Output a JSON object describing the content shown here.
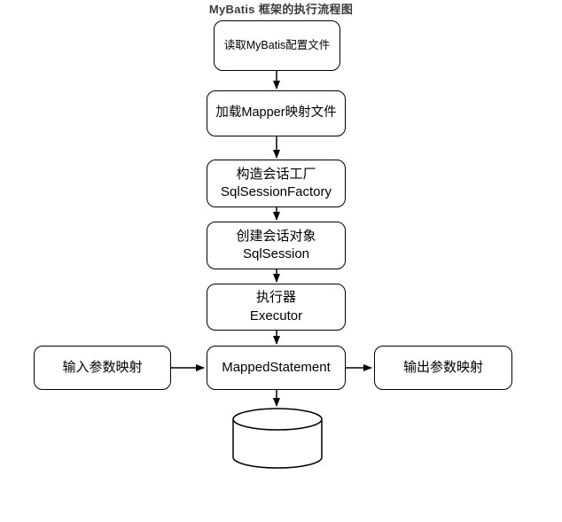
{
  "diagram": {
    "caption": "MyBatis 框架的执行流程图",
    "colors": {
      "background": "#ffffff",
      "stroke": "#000000",
      "node_fill": "#ffffff",
      "node_text": "#000000",
      "caption_text": "#3b3b3b"
    },
    "nodes": {
      "read_config": {
        "label": "读取MyBatis配置文件",
        "shape": "rounded-rect"
      },
      "load_mapper": {
        "label": "加载Mapper映射文件",
        "shape": "rounded-rect"
      },
      "build_factory": {
        "line1": "构造会话工厂",
        "line2": "SqlSessionFactory",
        "shape": "rounded-rect"
      },
      "create_session": {
        "line1": "创建会话对象",
        "line2": "SqlSession",
        "shape": "rounded-rect"
      },
      "executor": {
        "line1": "执行器",
        "line2": "Executor",
        "shape": "rounded-rect"
      },
      "input_mapping": {
        "label": "输入参数映射",
        "shape": "rounded-rect"
      },
      "mapped_statement": {
        "label": "MappedStatement",
        "shape": "rounded-rect"
      },
      "output_mapping": {
        "label": "输出参数映射",
        "shape": "rounded-rect"
      },
      "database": {
        "label": "",
        "shape": "cylinder"
      }
    },
    "edges": [
      {
        "from": "read_config",
        "to": "load_mapper",
        "direction": "down"
      },
      {
        "from": "load_mapper",
        "to": "build_factory",
        "direction": "down"
      },
      {
        "from": "build_factory",
        "to": "create_session",
        "direction": "down"
      },
      {
        "from": "create_session",
        "to": "executor",
        "direction": "down"
      },
      {
        "from": "executor",
        "to": "mapped_statement",
        "direction": "down"
      },
      {
        "from": "input_mapping",
        "to": "mapped_statement",
        "direction": "right"
      },
      {
        "from": "mapped_statement",
        "to": "output_mapping",
        "direction": "right"
      },
      {
        "from": "mapped_statement",
        "to": "database",
        "direction": "down"
      }
    ]
  }
}
